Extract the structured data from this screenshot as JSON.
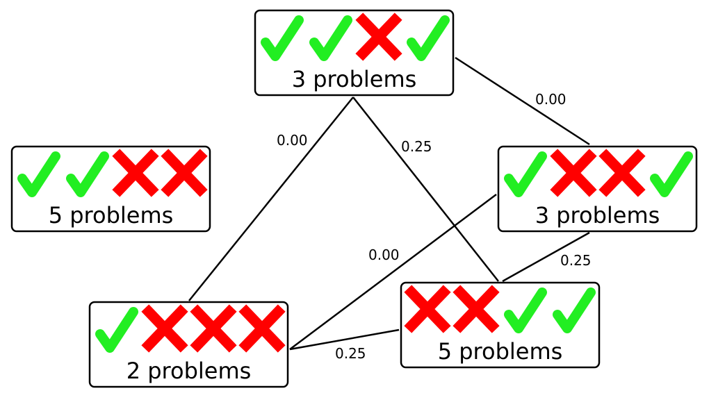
{
  "diagram": {
    "nodes": [
      {
        "id": "top",
        "label": "3 problems",
        "marks": [
          "check",
          "check",
          "cross",
          "check"
        ]
      },
      {
        "id": "left",
        "label": "5 problems",
        "marks": [
          "check",
          "check",
          "cross",
          "cross"
        ]
      },
      {
        "id": "right",
        "label": "3 problems",
        "marks": [
          "check",
          "cross",
          "cross",
          "check"
        ]
      },
      {
        "id": "bottom-left",
        "label": "2 problems",
        "marks": [
          "check",
          "cross",
          "cross",
          "cross"
        ]
      },
      {
        "id": "bottom-right",
        "label": "5 problems",
        "marks": [
          "cross",
          "cross",
          "check",
          "check"
        ]
      }
    ],
    "edges": [
      {
        "from": "top",
        "to": "right",
        "label": "0.00"
      },
      {
        "from": "top",
        "to": "bottom-left",
        "label": "0.00"
      },
      {
        "from": "top",
        "to": "bottom-right",
        "label": "0.25"
      },
      {
        "from": "right",
        "to": "bottom-left",
        "label": "0.00"
      },
      {
        "from": "right",
        "to": "bottom-right",
        "label": "0.25"
      },
      {
        "from": "bottom-left",
        "to": "bottom-right",
        "label": "0.25"
      }
    ],
    "colors": {
      "check": "#22ee22",
      "cross": "#ff0000",
      "stroke": "#000000",
      "background": "#ffffff"
    },
    "icons": {
      "check": "check-mark-icon",
      "cross": "cross-mark-icon"
    }
  }
}
